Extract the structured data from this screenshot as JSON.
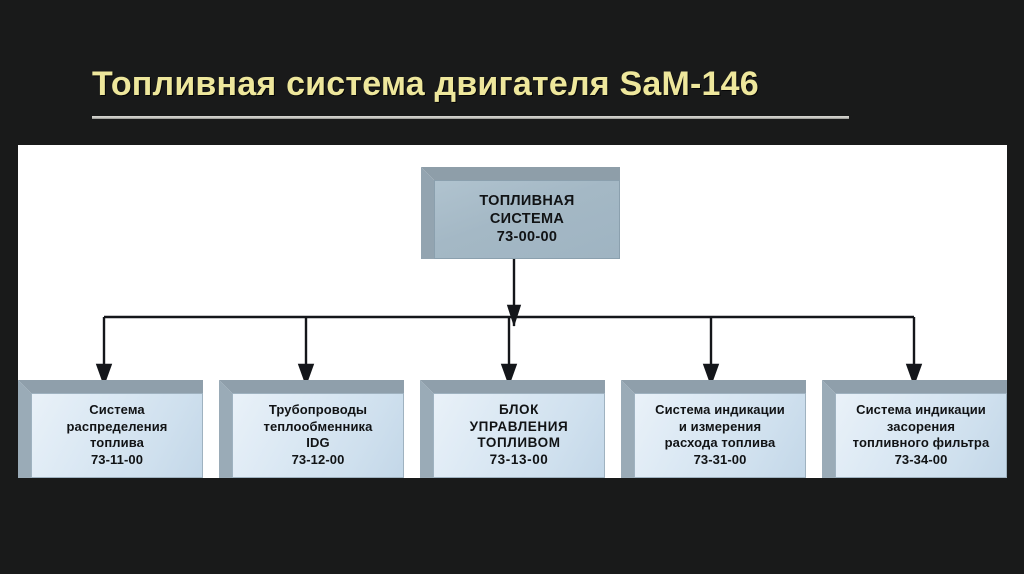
{
  "slide": {
    "title": "Топливная система двигателя SaM-146",
    "background_color": "#191a1a",
    "title_color": "#eee79c",
    "panel_color": "#ffffff"
  },
  "diagram": {
    "type": "tree",
    "root": {
      "lines": [
        "ТОПЛИВНАЯ",
        "СИСТЕМА",
        "73-00-00"
      ],
      "code": "73-00-00",
      "fill_color": "#a4b8c5"
    },
    "children": [
      {
        "lines": [
          "Система",
          "распределения",
          "топлива",
          "73-11-00"
        ],
        "code": "73-11-00",
        "fill_color": "#dce9f4"
      },
      {
        "lines": [
          "Трубопроводы",
          "теплообменника",
          "IDG",
          "73-12-00"
        ],
        "code": "73-12-00",
        "fill_color": "#dce9f4"
      },
      {
        "lines": [
          "БЛОК",
          "УПРАВЛЕНИЯ",
          "ТОПЛИВОМ",
          "73-13-00"
        ],
        "code": "73-13-00",
        "fill_color": "#dce9f4"
      },
      {
        "lines": [
          "Система индикации",
          "и измерения",
          "расхода топлива",
          "73-31-00"
        ],
        "code": "73-31-00",
        "fill_color": "#dce9f4"
      },
      {
        "lines": [
          "Система индикации",
          "засорения",
          "топливного фильтра",
          "73-34-00"
        ],
        "code": "73-34-00",
        "fill_color": "#dce9f4"
      }
    ],
    "connector_color": "#14161a"
  }
}
